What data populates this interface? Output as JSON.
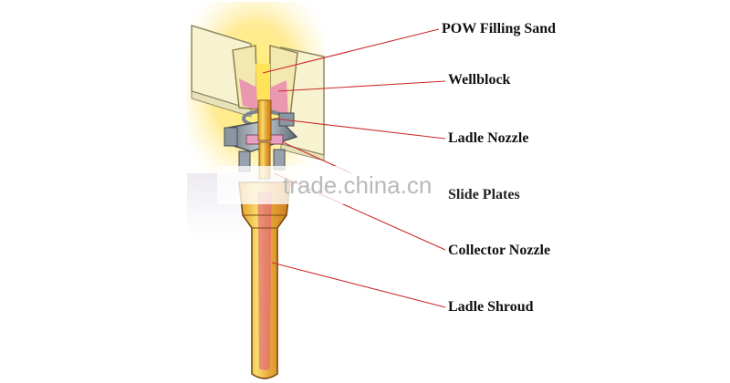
{
  "labels": [
    "POW Filling Sand",
    "Wellblock",
    "Ladle Nozzle",
    "Slide Plates",
    "Collector Nozzle",
    "Ladle Shroud"
  ],
  "watermark": "trade.china.cn",
  "colors": {
    "leader_line": "#cc2a2a",
    "gold": "#e0a32a",
    "pink": "#e76f9a",
    "refractory_block": "#f4eec4",
    "glow": "#ffe46a"
  }
}
